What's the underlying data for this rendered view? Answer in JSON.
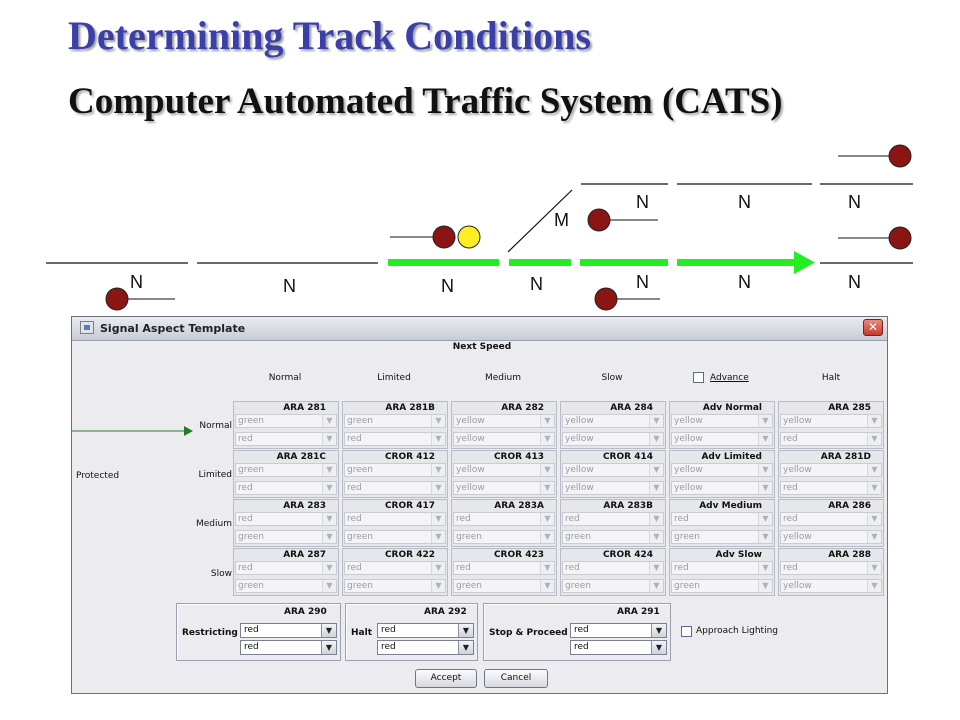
{
  "slide": {
    "title": "Determining Track Conditions",
    "subtitle": "Computer Automated Traffic  System (CATS)"
  },
  "track": {
    "upper_labels": [
      "N",
      "N",
      "N"
    ],
    "crossover_label": "M",
    "lower_labels": [
      "N",
      "N",
      "N",
      "N",
      "N",
      "N",
      "N"
    ],
    "colors": {
      "signal_red": "#8b1414",
      "signal_yellow": "#ffee22",
      "route_green": "#22ee22"
    }
  },
  "dialog": {
    "title": "Signal Aspect Template",
    "close_icon": "close-x-icon",
    "app_icon": "window-icon",
    "next_speed_label": "Next Speed",
    "column_headers": [
      "Normal",
      "Limited",
      "Medium",
      "Slow",
      "Advance",
      "Halt"
    ],
    "advance_checked": false,
    "protected_label": "Protected",
    "row_headers": [
      "Normal",
      "Limited",
      "Medium",
      "Slow"
    ],
    "grid": [
      [
        {
          "code": "ARA 281",
          "top": "green",
          "bottom": "red"
        },
        {
          "code": "ARA 281B",
          "top": "green",
          "bottom": "red"
        },
        {
          "code": "ARA 282",
          "top": "yellow",
          "bottom": "yellow"
        },
        {
          "code": "ARA 284",
          "top": "yellow",
          "bottom": "yellow"
        },
        {
          "code": "Adv Normal",
          "top": "yellow",
          "bottom": "yellow"
        },
        {
          "code": "ARA 285",
          "top": "yellow",
          "bottom": "red"
        }
      ],
      [
        {
          "code": "ARA 281C",
          "top": "green",
          "bottom": "red"
        },
        {
          "code": "CROR 412",
          "top": "green",
          "bottom": "red"
        },
        {
          "code": "CROR 413",
          "top": "yellow",
          "bottom": "yellow"
        },
        {
          "code": "CROR 414",
          "top": "yellow",
          "bottom": "yellow"
        },
        {
          "code": "Adv Limited",
          "top": "yellow",
          "bottom": "yellow"
        },
        {
          "code": "ARA 281D",
          "top": "yellow",
          "bottom": "red"
        }
      ],
      [
        {
          "code": "ARA 283",
          "top": "red",
          "bottom": "green"
        },
        {
          "code": "CROR 417",
          "top": "red",
          "bottom": "green"
        },
        {
          "code": "ARA 283A",
          "top": "red",
          "bottom": "green"
        },
        {
          "code": "ARA 283B",
          "top": "red",
          "bottom": "green"
        },
        {
          "code": "Adv Medium",
          "top": "red",
          "bottom": "green"
        },
        {
          "code": "ARA 286",
          "top": "red",
          "bottom": "yellow"
        }
      ],
      [
        {
          "code": "ARA 287",
          "top": "red",
          "bottom": "green"
        },
        {
          "code": "CROR 422",
          "top": "red",
          "bottom": "green"
        },
        {
          "code": "CROR 423",
          "top": "red",
          "bottom": "green"
        },
        {
          "code": "CROR 424",
          "top": "red",
          "bottom": "green"
        },
        {
          "code": "Adv Slow",
          "top": "red",
          "bottom": "green"
        },
        {
          "code": "ARA 288",
          "top": "red",
          "bottom": "yellow"
        }
      ]
    ],
    "restricting": {
      "label": "Restricting",
      "code": "ARA 290",
      "top": "red",
      "bottom": "red"
    },
    "halt": {
      "label": "Halt",
      "code": "ARA 292",
      "top": "red",
      "bottom": "red"
    },
    "stop_proceed": {
      "label": "Stop & Proceed",
      "code": "ARA 291",
      "top": "red",
      "bottom": "red"
    },
    "approach_lighting": {
      "label": "Approach Lighting",
      "checked": false
    },
    "accept_label": "Accept",
    "cancel_label": "Cancel"
  }
}
